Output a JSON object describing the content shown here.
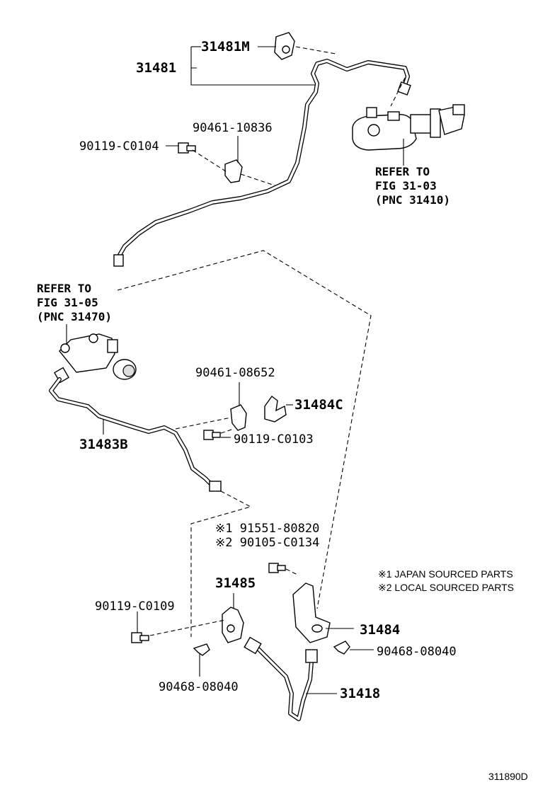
{
  "labels": {
    "p31481m": "31481M",
    "p31481": "31481",
    "p90461_10836": "90461-10836",
    "p90119_c0104": "90119-C0104",
    "refer_a_1": "REFER TO",
    "refer_a_2": "FIG 31-03",
    "refer_a_3": "(PNC 31410)",
    "refer_b_1": "REFER TO",
    "refer_b_2": "FIG 31-05",
    "refer_b_3": "(PNC 31470)",
    "p90461_08652": "90461-08652",
    "p31484c": "31484C",
    "p31483b": "31483B",
    "p90119_c0103": "90119-C0103",
    "p91551_80820": "※1 91551-80820",
    "p90105_c0134": "※2 90105-C0134",
    "note_1": "※1 JAPAN SOURCED PARTS",
    "note_2": "※2 LOCAL SOURCED PARTS",
    "p31485": "31485",
    "p90119_c0109": "90119-C0109",
    "p31484": "31484",
    "p90468_08040_a": "90468-08040",
    "p90468_08040_b": "90468-08040",
    "p31418": "31418",
    "figure_code": "311890D"
  },
  "icons": [
    "clip-icon",
    "bolt-icon",
    "bracket-icon",
    "master-cylinder-icon",
    "release-cylinder-icon",
    "flexible-hose-icon",
    "pipe-icon"
  ]
}
